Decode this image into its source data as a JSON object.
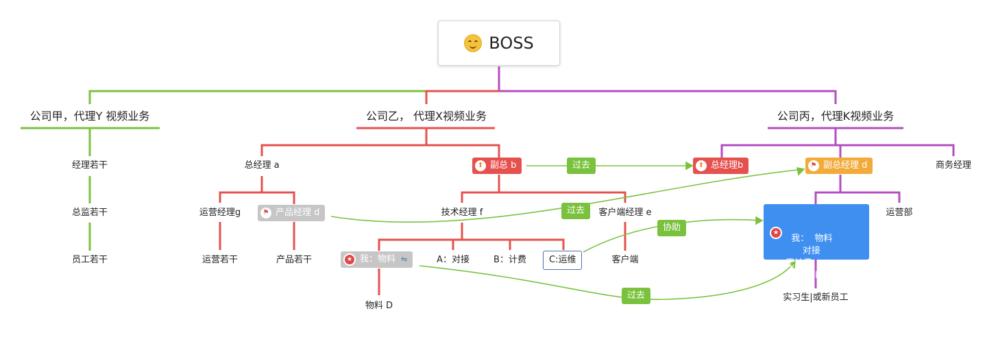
{
  "root": {
    "label": "BOSS",
    "icon": "smiley-icon"
  },
  "colors": {
    "green": "#7ac23d",
    "red": "#e5514e",
    "purple": "#b54cc0",
    "orange": "#f2ab3b",
    "blue": "#3f8ff1",
    "gray": "#c6c6c6"
  },
  "branches": {
    "jia": {
      "label": "公司甲，代理Y 视频业务",
      "items": [
        "经理若干",
        "总监若干",
        "员工若干"
      ]
    },
    "yi": {
      "label": "公司乙，  代理X视频业务",
      "gm": "总经理 a",
      "ops_mgr": "运营经理g",
      "product_mgr": "产品经理 d",
      "ops_staff": "运营若干",
      "product_staff": "产品若干",
      "vp": "副总 b",
      "tech_mgr": "技术经理 f",
      "client_mgr": "客户端经理 e",
      "client": "客户端",
      "me": "我：物料",
      "me_note": "物料 D",
      "task_a": "A：对接",
      "task_b": "B：计费",
      "task_c": "C:运维"
    },
    "bing": {
      "label": "公司丙，代理K视频业务",
      "gm": "总经理b",
      "vp": "副总经理 d",
      "biz": "商务经理",
      "ops": "运营部",
      "me_box": "我：  物料\n      对接\n无计费\n网络 暂时请 C 协助",
      "intern": "实习生|或新员工"
    }
  },
  "relations": {
    "go1": "过去",
    "go2": "过去",
    "assist": "协助",
    "go3": "过去"
  }
}
